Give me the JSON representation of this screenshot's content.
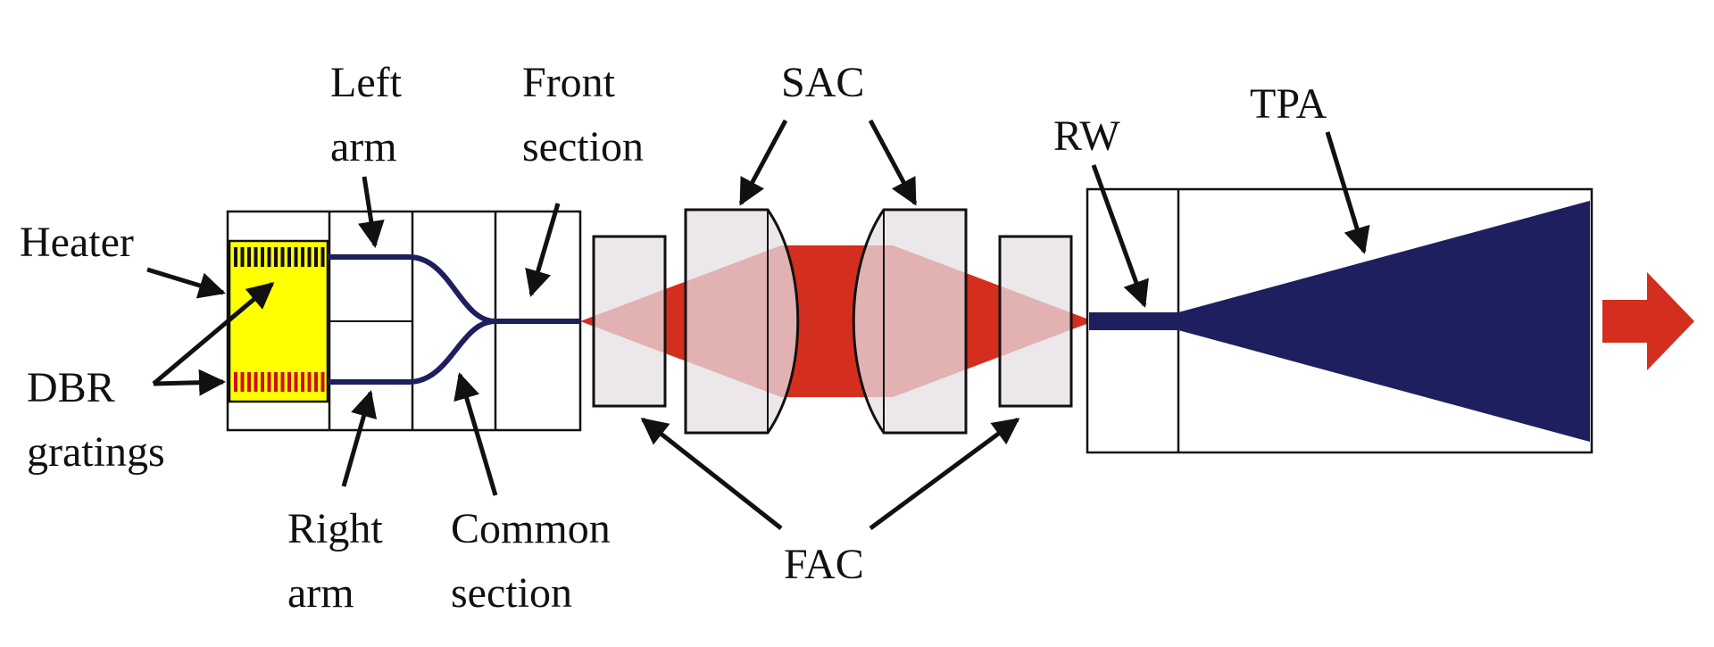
{
  "labels": {
    "heater": "Heater",
    "dbr_line1": "DBR",
    "dbr_line2": "gratings",
    "left_arm_line1": "Left",
    "left_arm_line2": "arm",
    "front_line1": "Front",
    "front_line2": "section",
    "sac": "SAC",
    "rw": "RW",
    "tpa": "TPA",
    "right_arm_line1": "Right",
    "right_arm_line2": "arm",
    "common_line1": "Common",
    "common_line2": "section",
    "fac": "FAC"
  },
  "colors": {
    "outline": "#111111",
    "heater_fill": "#ffff00",
    "grating_top": "#111111",
    "grating_bottom": "#cc1111",
    "waveguide": "#1e1f5e",
    "beam": "#d42e1e",
    "lens_fill": "#e6dfe3",
    "tpa_fill": "#1e1f5e",
    "output_arrow": "#d42e1e"
  }
}
